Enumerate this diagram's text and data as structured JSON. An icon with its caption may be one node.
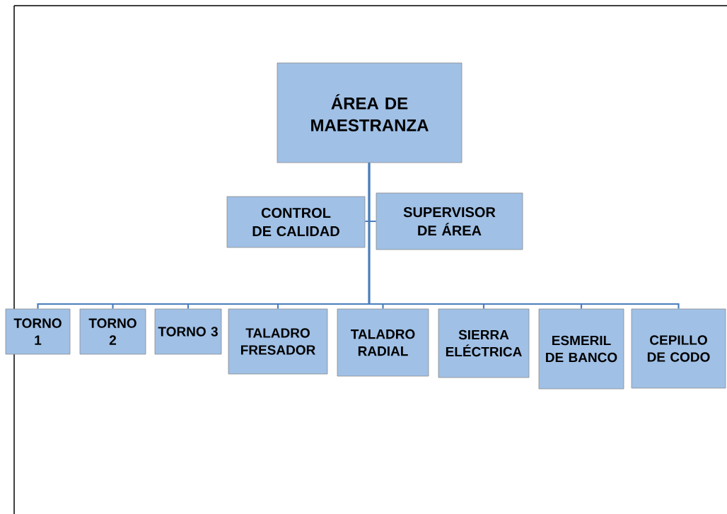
{
  "diagram": {
    "nodes": [
      {
        "text": [
          "ÁREA DE MAESTRANZA"
        ]
      },
      {
        "text": [
          "CONTROL DE CALIDAD"
        ]
      },
      {
        "text": [
          "SUPERVISOR DE ÁREA"
        ]
      },
      {
        "text": [
          "TORNO 1"
        ]
      },
      {
        "text": [
          "TORNO 2"
        ]
      },
      {
        "text": [
          "TORNO 3"
        ]
      },
      {
        "text": [
          "TALADRO FRESADOR"
        ]
      },
      {
        "text": [
          "TALADRO RADIAL"
        ]
      },
      {
        "text": [
          "SIERRA ELÉCTRICA"
        ]
      },
      {
        "text": [
          "ESMERIL DE BANCO"
        ]
      },
      {
        "text": [
          "CEPILLO DE CODO"
        ]
      }
    ],
    "edges": [
      {
        "from": 0,
        "to": 1,
        "arrow": "none"
      },
      {
        "from": 0,
        "to": 2,
        "arrow": "none"
      },
      {
        "from": 0,
        "to": 3,
        "arrow": "none"
      },
      {
        "from": 0,
        "to": 4,
        "arrow": "none"
      },
      {
        "from": 0,
        "to": 5,
        "arrow": "none"
      },
      {
        "from": 0,
        "to": 6,
        "arrow": "none"
      },
      {
        "from": 0,
        "to": 7,
        "arrow": "none"
      },
      {
        "from": 0,
        "to": 8,
        "arrow": "none"
      },
      {
        "from": 0,
        "to": 9,
        "arrow": "none"
      },
      {
        "from": 0,
        "to": 10,
        "arrow": "none"
      }
    ]
  }
}
